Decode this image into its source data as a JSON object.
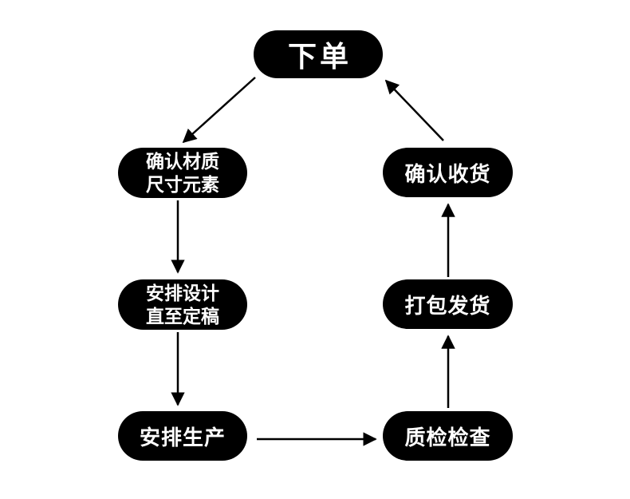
{
  "flowchart": {
    "description": "Order fulfillment process cycle",
    "colors": {
      "background": "#ffffff",
      "node_fill": "#000000",
      "node_text": "#ffffff",
      "arrow": "#000000"
    },
    "nodes": {
      "order": {
        "line1": "下单"
      },
      "confirm_material": {
        "line1": "确认材质",
        "line2": "尺寸元素"
      },
      "arrange_design": {
        "line1": "安排设计",
        "line2": "直至定稿"
      },
      "arrange_production": {
        "line1": "安排生产"
      },
      "quality_check": {
        "line1": "质检检查"
      },
      "pack_ship": {
        "line1": "打包发货"
      },
      "confirm_receipt": {
        "line1": "确认收货"
      }
    },
    "flow_order": [
      "下单",
      "确认材质尺寸元素",
      "安排设计直至定稿",
      "安排生产",
      "质检检查",
      "打包发货",
      "确认收货",
      "下单"
    ]
  }
}
